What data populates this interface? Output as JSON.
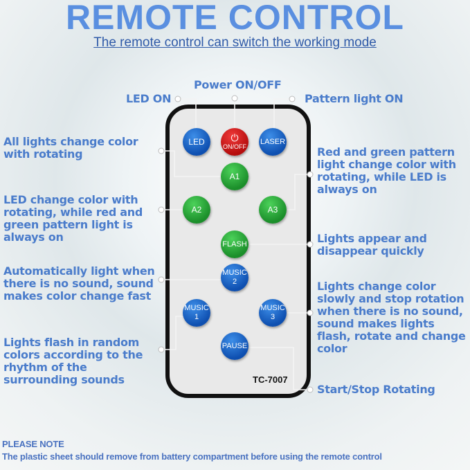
{
  "title": "REMOTE CONTROL",
  "subtitle": "The remote control can switch the working mode",
  "callouts": {
    "led_on": "LED ON",
    "power": "Power ON/OFF",
    "pattern": "Pattern light ON",
    "a1": "All lights change color with rotating",
    "a2": "LED change color with rotating, while red and green pattern light is always on",
    "a3": "Red and green pattern light change color with rotating, while LED is always on",
    "flash": "Lights appear and disappear quickly",
    "music2": "Automatically light when there is no sound, sound makes color change fast",
    "music3": "Lights change color slowly and stop rotation when there is no sound, sound makes lights flash, rotate and change color",
    "music1": "Lights flash in random colors according to the rhythm of the surrounding sounds",
    "pause": "Start/Stop Rotating"
  },
  "remote": {
    "model": "TC-7007",
    "buttons": {
      "led": "LED",
      "onoff": "ON/OFF",
      "laser": "LASER",
      "a1": "A1",
      "a2": "A2",
      "a3": "A3",
      "flash": "FLASH",
      "music2": "MUSIC 2",
      "music1": "MUSIC 1",
      "music3": "MUSIC 3",
      "pause": "PAUSE"
    }
  },
  "note": {
    "heading": "PLEASE NOTE",
    "text": "The plastic sheet should remove from battery compartment before using the remote control"
  }
}
